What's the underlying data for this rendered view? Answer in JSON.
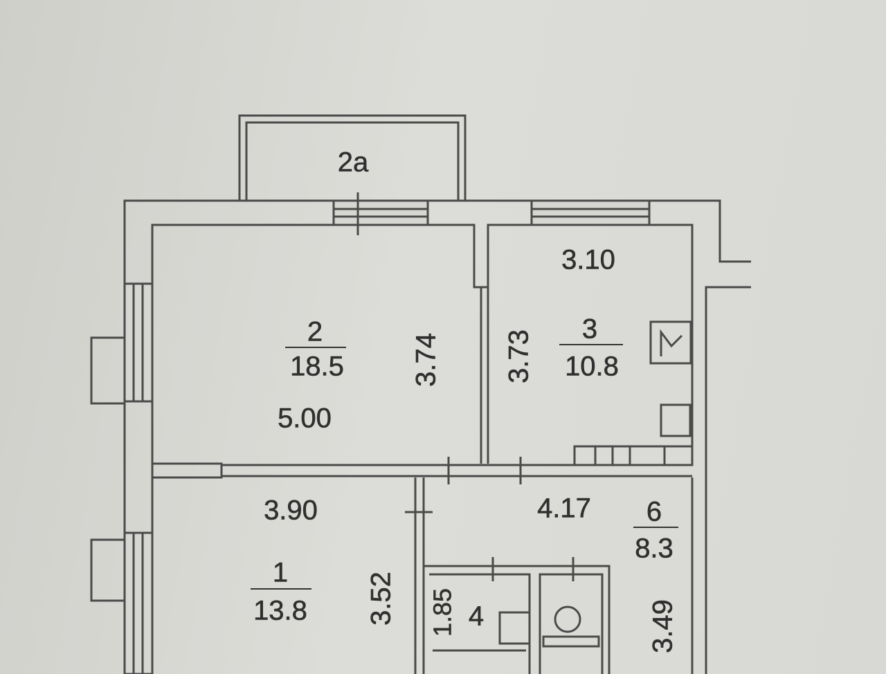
{
  "plan": {
    "balcony": {
      "label": "2a"
    },
    "rooms": [
      {
        "number": "2",
        "area": "18.5",
        "width": "5.00",
        "depth": "3.74"
      },
      {
        "number": "3",
        "area": "10.8",
        "width": "3.10",
        "depth": "3.73"
      },
      {
        "number": "1",
        "area": "13.8",
        "width": "3.90",
        "depth": "3.52"
      },
      {
        "number": "6",
        "area": "8.3",
        "width": "4.17",
        "depth": "3.49"
      },
      {
        "number": "4",
        "depth": "1.85"
      }
    ]
  }
}
